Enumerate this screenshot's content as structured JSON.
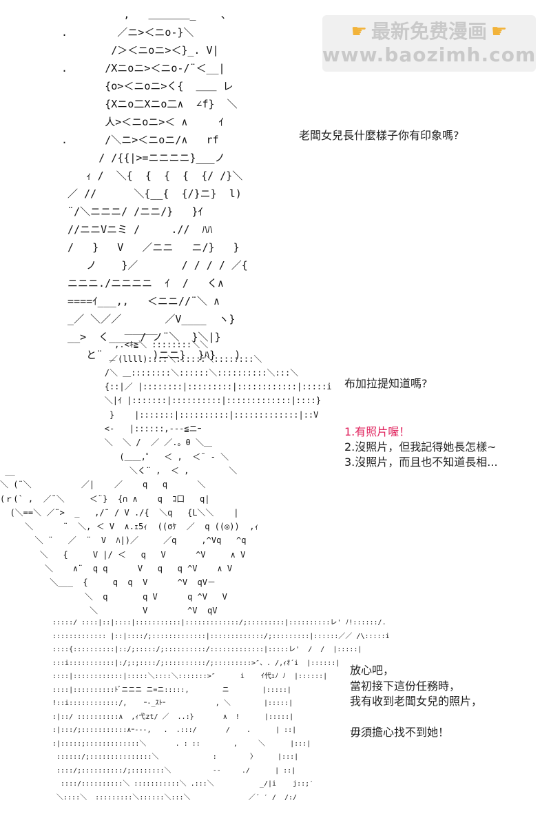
{
  "watermark": {
    "title": "最新免费漫画",
    "url": "www.baozimh.com",
    "left_icon": "pointing-hand-icon",
    "right_icon": "pointing-hand-icon",
    "icon_color": "#f2b33a"
  },
  "panels": [
    {
      "speech": "老闆女兒長什麼樣子你有印象嗎?"
    },
    {
      "speech": "布加拉提知道嗎?",
      "choices": [
        "1.有照片喔！",
        "2.沒照片，但我記得她長怎樣~",
        "3.沒照片，而且也不知道長相..."
      ],
      "highlight_color": "#e0245e"
    },
    {
      "speech_lines": [
        "放心吧，",
        "當初接下這份任務時，",
        "我有收到老闆女兒的照片，",
        "",
        "毋須擔心找不到她！"
      ]
    }
  ],
  "ascii_art": {
    "panel1": "           ,   ＿＿＿＿_    、\n .        ／ニ>＜ニo-}＼\n         /＞＜ニoニ>＜}_. V|\n .      /Xニoニ>＜ニo-/¨＜__|\n        {o>＜ニoニ>く{  ＿＿ レ\n        {Xニo二Xニo二∧  ∠f}  ＼\n        人>＜ニoニ>＜ ∧     ｲ\n .      /＼ニ>＜ニoニ/∧   rf\n       / /{{|>=ニニニニ}___ノ\n     ｨ /  ＼{  {  {  {  {/ /}＼\n  ／ //      ＼{__{  {/}ニ}  l)\n  ¨/＼ニニニ/ /ニニ/}   }ｲ\n  //ニニVニミ /     .//  ﾊﾊ\n  /   }   V   ／ニニ   ニ/}   }\n     ノ    }／       / / / / ／{\n  ニニニ./ニニニニ  ｲ  /   く∧\n  ====ｲ___,,   ＜ニニ//¨＼ ∧\n  _／ ＼／／       ／V____  ヽ}\n  __>  く_____/ ノ¨＼  }＼|}\n     と¨ _      )ニニ}  }ﾊ}   )",
    "panel2": "                         ＿＿＿＿\n                       ,.<ｷ≧＼ ::::::::＼＼\n                      ／(llll)::::＼::::::＼::::::::＼\n                     /＼ ＿::::::::＼::::::＼::::::::::＼:::＼\n                     {::|／ |::::::::|:::::::::|::::::::::::|:::::i\n                     ＼|ｲ |:::::::|::::::::::|:::::::::::::|::::}\n                      }    |:::::::|::::::::::|:::::::::::::|::V\n                     <-   |::::::,---≦ニｰ\n                     ＼  ＼ /  ／ ／.。θ ＼＿\n                        (＿＿,゜  ＜ ,  ＜¨ - ＼\n __                       ＼く¨ ,  ＜ ,        ＼\n＼ (¨＼          ／|    ／    q   q      ＼\n(ｒ(` ,  ／¨＼     ＜¨}  {∩ ∧    q  ｺ口   q|\n  (＼==＼ ／¨>  _   ,/¨ / V ./{  ＼q   {L＼＼    |\n     ＼      ¨  ＼, ＜ V  ∧.ｪ5ｨ  ((σｹ  ／  q ((◎))  ,ｨ\n       ＼ ¨   ／  ¨  V  ﾊ|)／     ／q     ,^Vq   ^q\n        ＼   {     V |/ ＜   q   V      ^V     ∧ V\n         ＼    ∧¨  q q      V   q   q ^V    ∧ V\n          ＼___  {     q  q  V      ^V  qV－\n                 ＼  q       q V      q ^V   V\n                  ＼         V        ^V  qV",
    "panel3": ":::::/ ::::|::|::::|:::::::::::|:::::::::::::/;:::::::::|::::::::::レ' ﾉ!::::::/.\n::::::::::::: |::|::::/;:::::::::::::|:::::::::::::/;:::::::::|::::::／／ /\\:::::i\n::::{::::::::::|::/;:::::/;::::::::::/:::::::::::::|:::::レ'  /  /  |:::::|\n:::i:::::::::::|:/;:;::::/;::::::::::/;:::::::::>″、. /,ｨｵ´i  |::::::|\n::::|::::::::::::|:::::＼::::＼:::::::>″      i    ｲ代ｪﾉ ﾉ  |::::::|\n::::|::::::::::ﾄﾞニニニ ニ=ニ:::::,        ニ        |:::::|\n!::i::::::::::::/,    ｰ-_ｽﾄｰ            , ＼        |:::::|\n:|::/ ::::::::::∧  ,ｨ弋zt/ ／  ..:}       ∧  !      |:::::|\n:|:::/;:::::::::::∧ｰ---,   .  .:::/       /    .      | ::|\n:|:::::;:::::::::::::＼       . : ::        ,     ＼      |:::|\n ::::::/;:::::::::::::::＼             :        〉     |:::|\n ::::/;::::::::::/;::::::::＼          --     ./      | ::|\n  ::::/::::::::::＼ :::::::::::＼ .:::＼           _/|i    j::;′\n ＼::::＼  :::::::::＼::::::＼:::＼              ／´ ′ /  /:/"
  }
}
